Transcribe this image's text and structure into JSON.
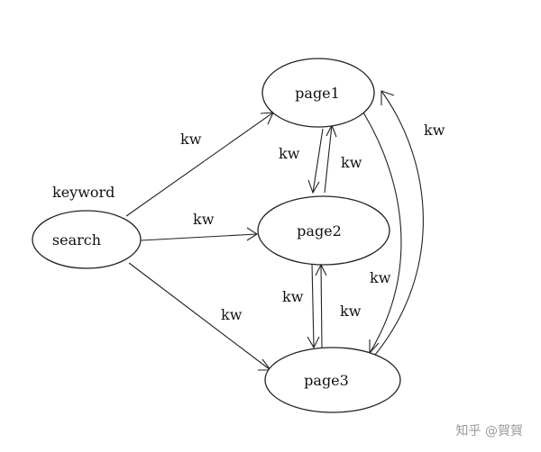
{
  "nodes": {
    "search": "search",
    "page1": "page1",
    "page2": "page2",
    "page3": "page3"
  },
  "search_caption": "keyword",
  "edge_label": "kw",
  "watermark": "知乎 @賀賀"
}
